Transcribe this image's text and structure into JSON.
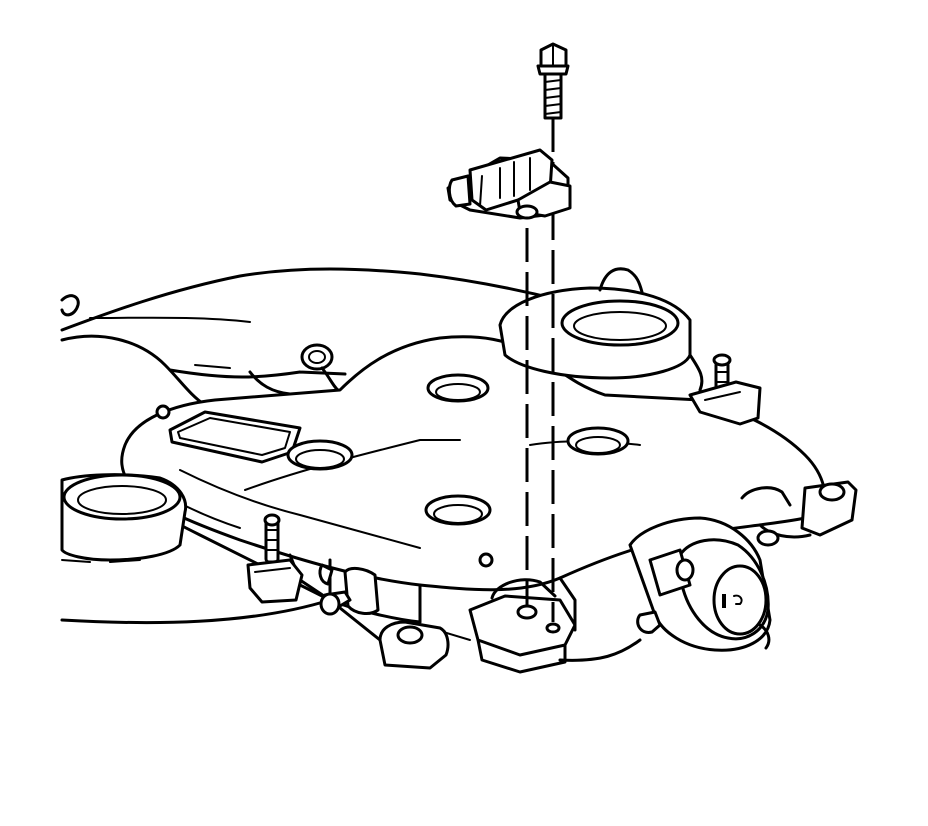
{
  "diagram": {
    "parts": [
      {
        "name": "bolt",
        "icon": "bolt-icon"
      },
      {
        "name": "sensor",
        "icon": "sensor-connector-icon"
      },
      {
        "name": "intake-manifold",
        "icon": "manifold-icon"
      },
      {
        "name": "throttle-body",
        "icon": "throttle-body-icon"
      }
    ],
    "colors": {
      "line": "#000000",
      "background": "#ffffff"
    }
  }
}
